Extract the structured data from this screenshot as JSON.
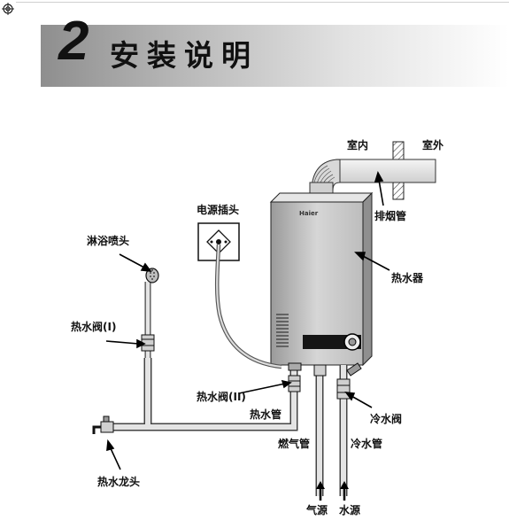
{
  "header": {
    "chapter_number": "2",
    "title": "安装说明"
  },
  "diagram": {
    "labels": {
      "indoor": "室内",
      "outdoor": "室外",
      "exhaust_pipe": "排烟管",
      "power_plug": "电源插头",
      "heater": "热水器",
      "shower_head": "淋浴喷头",
      "hot_valve_1": "热水阀(I)",
      "hot_valve_2": "热水阀(II)",
      "hot_water_pipe": "热水管",
      "cold_valve": "冷水阀",
      "gas_pipe": "燃气管",
      "cold_water_pipe": "冷水管",
      "faucet": "热水龙头",
      "gas_source": "气源",
      "water_source": "水源"
    },
    "brand": "Haier"
  }
}
